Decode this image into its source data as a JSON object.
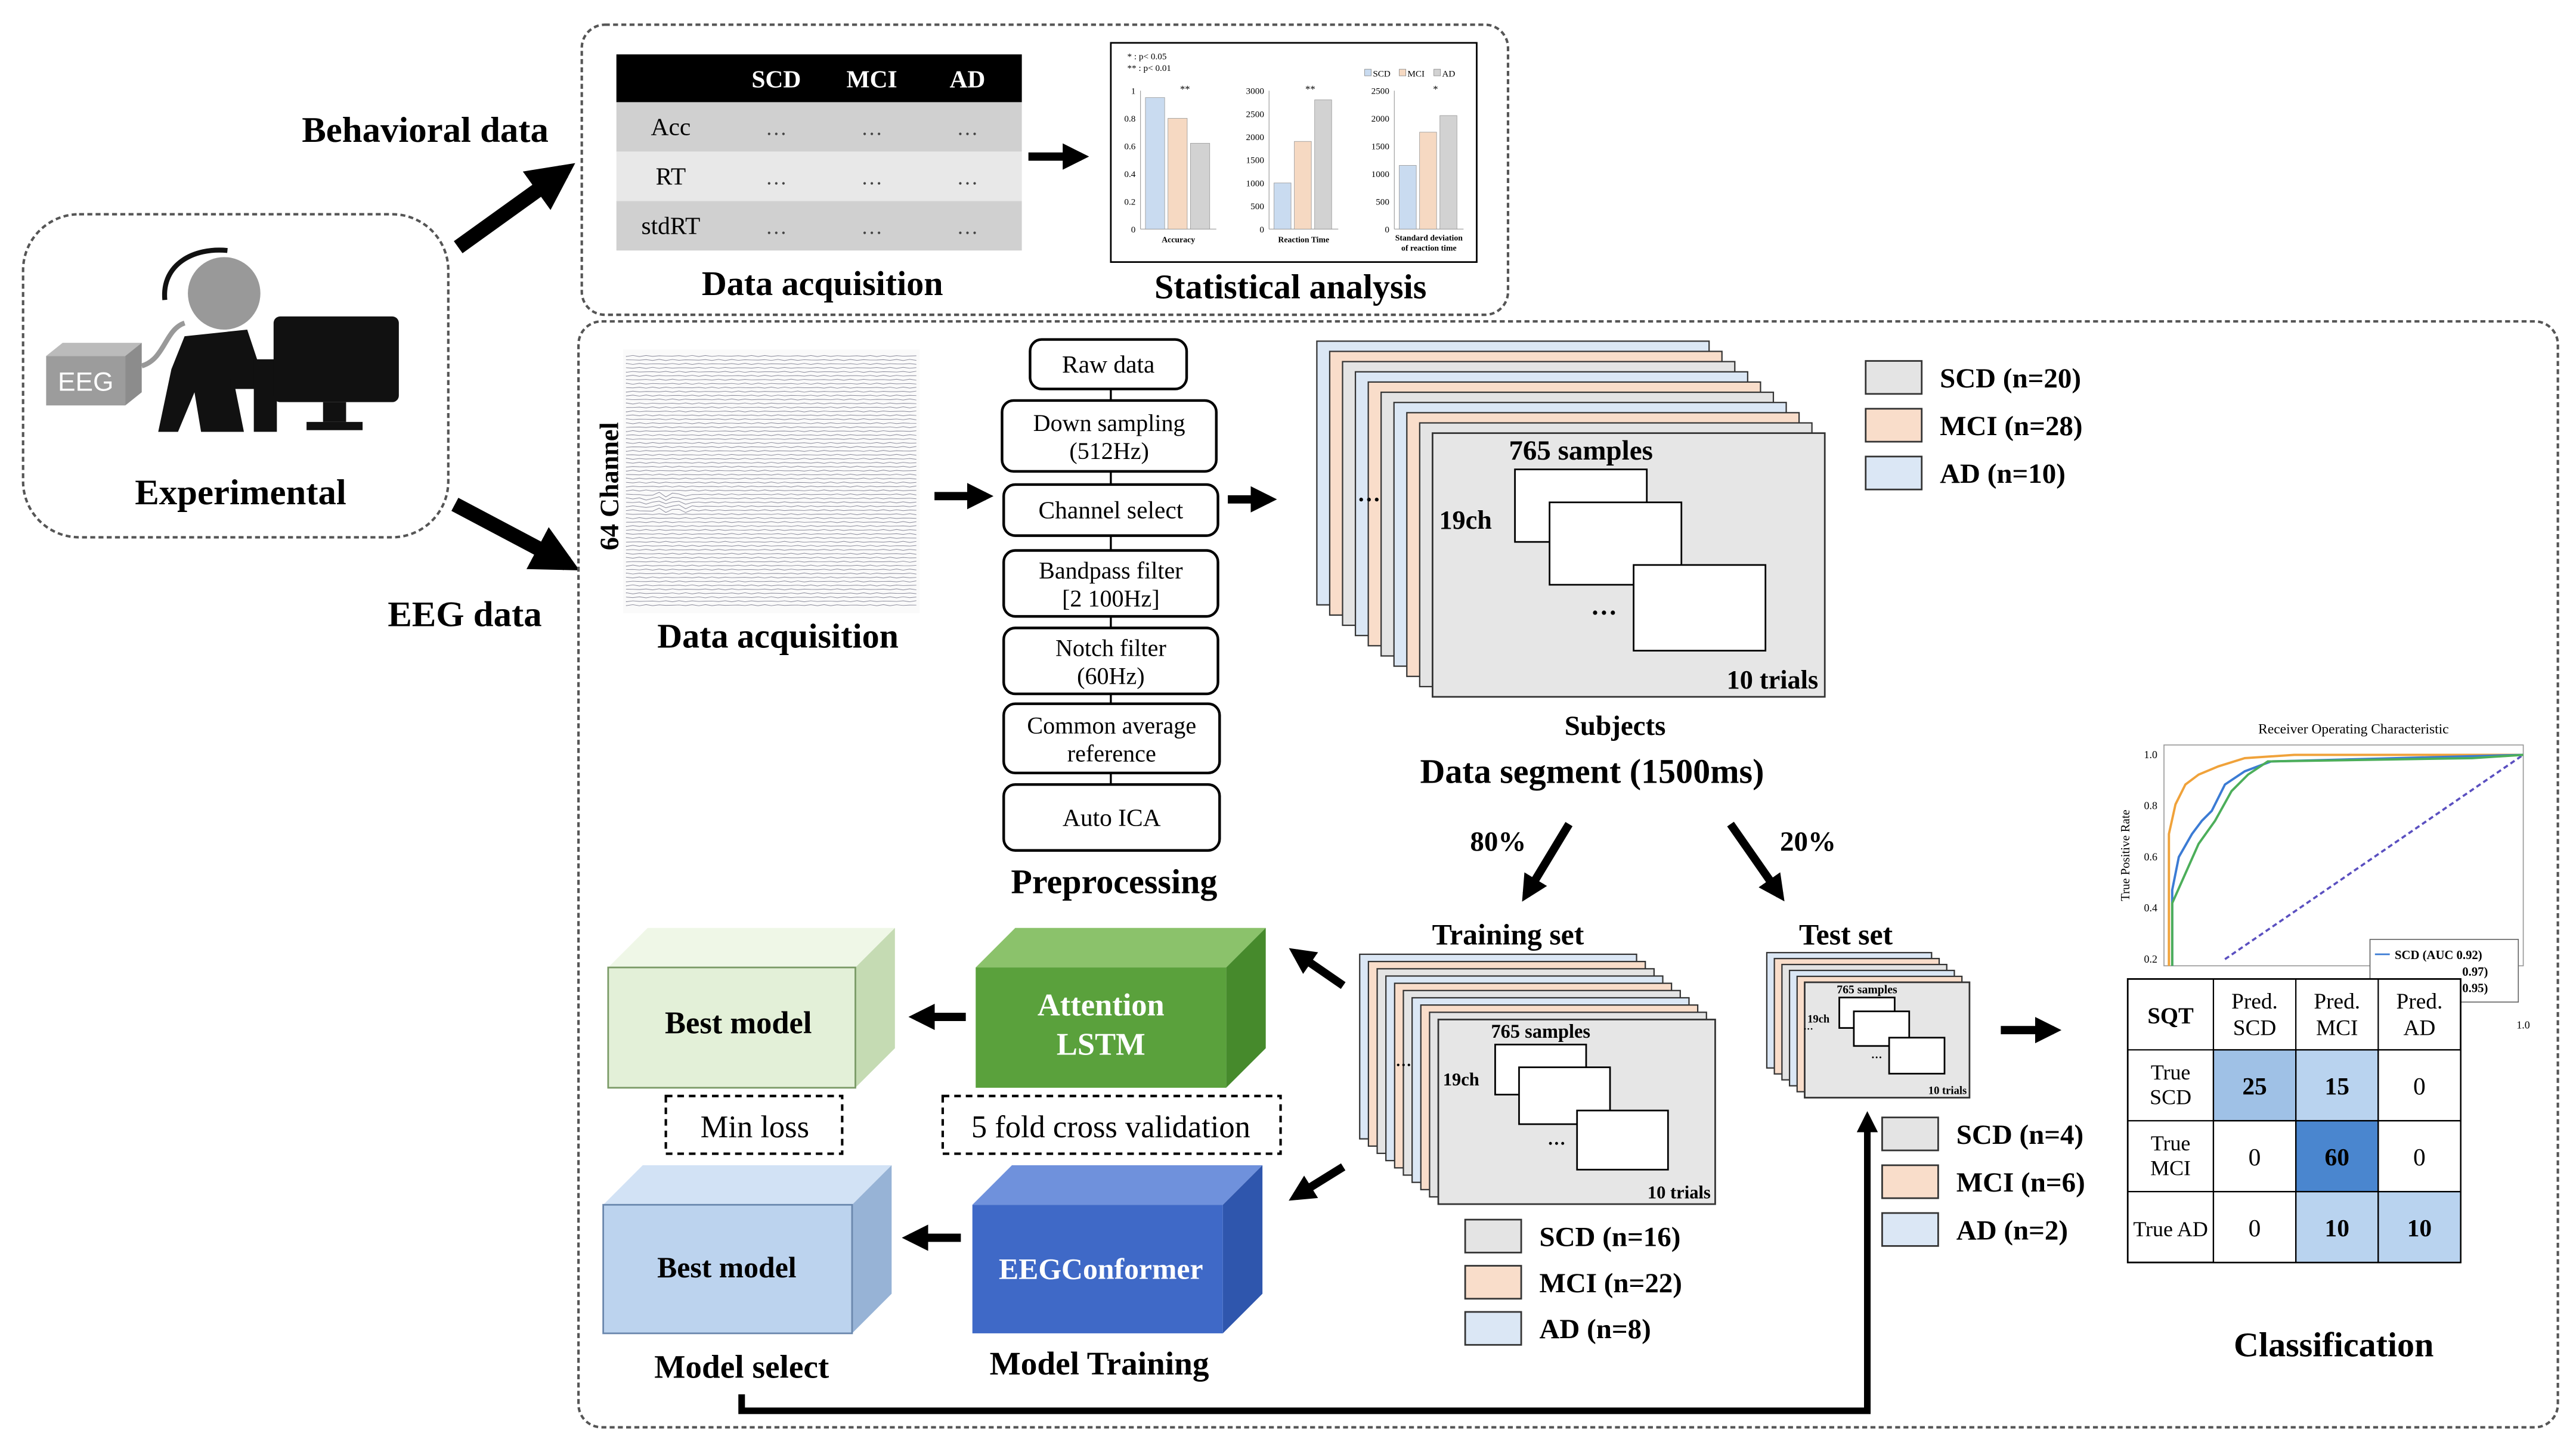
{
  "title_labels": {
    "behavioral_data": "Behavioral data",
    "eeg_data": "EEG data",
    "experimental": "Experimental",
    "eeg_box": "EEG"
  },
  "behavioral": {
    "data_acquisition": "Data acquisition",
    "statistical_analysis": "Statistical analysis",
    "table": {
      "headers": [
        "SCD",
        "MCI",
        "AD"
      ],
      "rows": [
        {
          "label": "Acc",
          "cells": [
            "…",
            "…",
            "…"
          ]
        },
        {
          "label": "RT",
          "cells": [
            "…",
            "…",
            "…"
          ]
        },
        {
          "label": "stdRT",
          "cells": [
            "…",
            "…",
            "…"
          ]
        }
      ]
    },
    "mini_chart": {
      "legend": [
        "SCD",
        "MCI",
        "AD"
      ],
      "sig_legend": [
        "* : p< 0.05",
        "** : p< 0.01"
      ],
      "panels": [
        {
          "xlabel": "Accuracy",
          "ticks": [
            "0",
            "0.2",
            "0.4",
            "0.6",
            "0.8",
            "1"
          ],
          "values": [
            0.95,
            0.8,
            0.62
          ],
          "ymax": 1,
          "sig": "**"
        },
        {
          "xlabel": "Reaction Time",
          "ticks": [
            "0",
            "500",
            "1000",
            "1500",
            "2000",
            "2500",
            "3000"
          ],
          "values": [
            1000,
            1900,
            2800
          ],
          "ymax": 3000,
          "sig": "**"
        },
        {
          "xlabel": "Standard deviation of reaction time",
          "ticks": [
            "0",
            "500",
            "1000",
            "1500",
            "2000",
            "2500"
          ],
          "values": [
            1150,
            1750,
            2050
          ],
          "ymax": 2500,
          "sig": "*"
        }
      ]
    }
  },
  "eeg": {
    "data_acquisition": "Data acquisition",
    "channel_label": "64 Channel",
    "preprocessing_title": "Preprocessing",
    "preprocessing_steps": [
      {
        "line1": "Raw data",
        "line2": ""
      },
      {
        "line1": "Down sampling",
        "line2": "(512Hz)"
      },
      {
        "line1": "Channel select",
        "line2": ""
      },
      {
        "line1": "Bandpass filter",
        "line2": "[2 100Hz]"
      },
      {
        "line1": "Notch filter",
        "line2": "(60Hz)"
      },
      {
        "line1": "Common average",
        "line2": "reference"
      },
      {
        "line1": "Auto ICA",
        "line2": ""
      }
    ],
    "segment": {
      "samples": "765 samples",
      "channels": "19ch",
      "trials": "10 trials",
      "ellipsis": "…",
      "subjects": "Subjects",
      "title": "Data segment (1500ms)"
    },
    "group_legend": [
      "SCD (n=20)",
      "MCI (n=28)",
      "AD (n=10)"
    ],
    "split": {
      "train_pct": "80%",
      "test_pct": "20%"
    },
    "training_set": {
      "title": "Training set",
      "legend": [
        "SCD (n=16)",
        "MCI (n=22)",
        "AD (n=8)"
      ]
    },
    "test_set": {
      "title": "Test set",
      "legend": [
        "SCD (n=4)",
        "MCI (n=6)",
        "AD (n=2)"
      ],
      "mini_samples": "765 samples",
      "mini_channels": "19ch",
      "mini_trials": "10 trials"
    },
    "models": {
      "attention_line1": "Attention",
      "attention_line2": "LSTM",
      "eegconformer": "EEGConformer",
      "best_model_top": "Best model",
      "best_model_bottom": "Best model",
      "min_loss": "Min loss",
      "cross_validation": "5 fold cross validation",
      "model_training": "Model Training",
      "model_select": "Model select"
    },
    "classification": {
      "title": "Classification",
      "roc": {
        "title": "Receiver Operating Characteristic",
        "ylabel": "True Positive Rate",
        "yticks": [
          "1.0",
          "0.8",
          "0.6",
          "0.4",
          "0.2"
        ],
        "xtick_end": "1.0",
        "legend": [
          "SCD (AUC 0.92)",
          "0.97)",
          "0.95)"
        ]
      },
      "confusion": {
        "corner": "SQT",
        "col_headers": [
          "Pred.\nSCD",
          "Pred.\nMCI",
          "Pred.\nAD"
        ],
        "rows": [
          {
            "label": "True\nSCD",
            "values": [
              "25",
              "15",
              "0"
            ]
          },
          {
            "label": "True\nMCI",
            "values": [
              "0",
              "60",
              "0"
            ]
          },
          {
            "label": "True AD",
            "values": [
              "0",
              "10",
              "10"
            ]
          }
        ]
      }
    }
  },
  "colors": {
    "scd": "#e4e4e4",
    "mci": "#f9ddca",
    "ad": "#dbe7f5",
    "attention_green": "#5aa13c",
    "best_green": "#e3f0d8",
    "conformer_blue": "#3f69c7",
    "best_blue": "#bcd3ee"
  }
}
